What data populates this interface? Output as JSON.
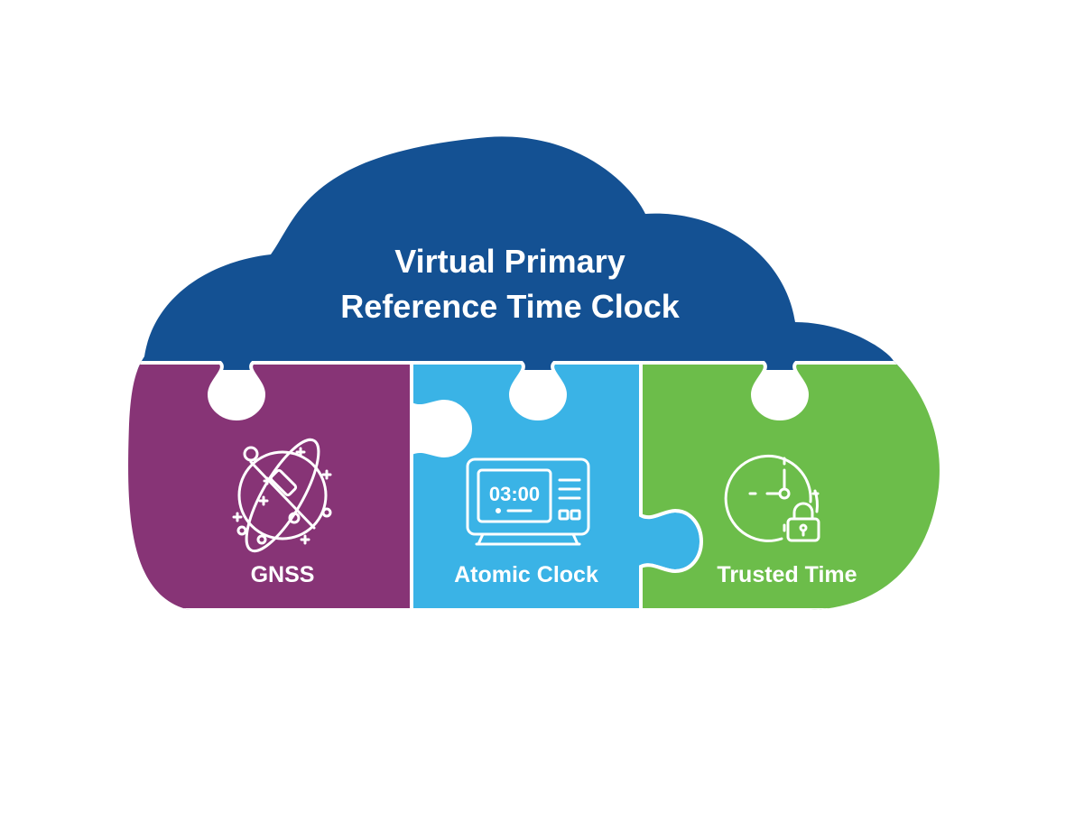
{
  "title": {
    "line1": "Virtual Primary",
    "line2": "Reference Time Clock"
  },
  "pieces": [
    {
      "label": "GNSS",
      "icon": "satellite-orbit-icon"
    },
    {
      "label": "Atomic Clock",
      "icon": "digital-clock-device-icon",
      "display": "03:00"
    },
    {
      "label": "Trusted Time",
      "icon": "clock-lock-icon"
    }
  ],
  "colors": {
    "cloud": "#145193",
    "gnss": "#873476",
    "atomic": "#3ab3e6",
    "trusted": "#6cbd4a",
    "separator": "#ffffff"
  }
}
